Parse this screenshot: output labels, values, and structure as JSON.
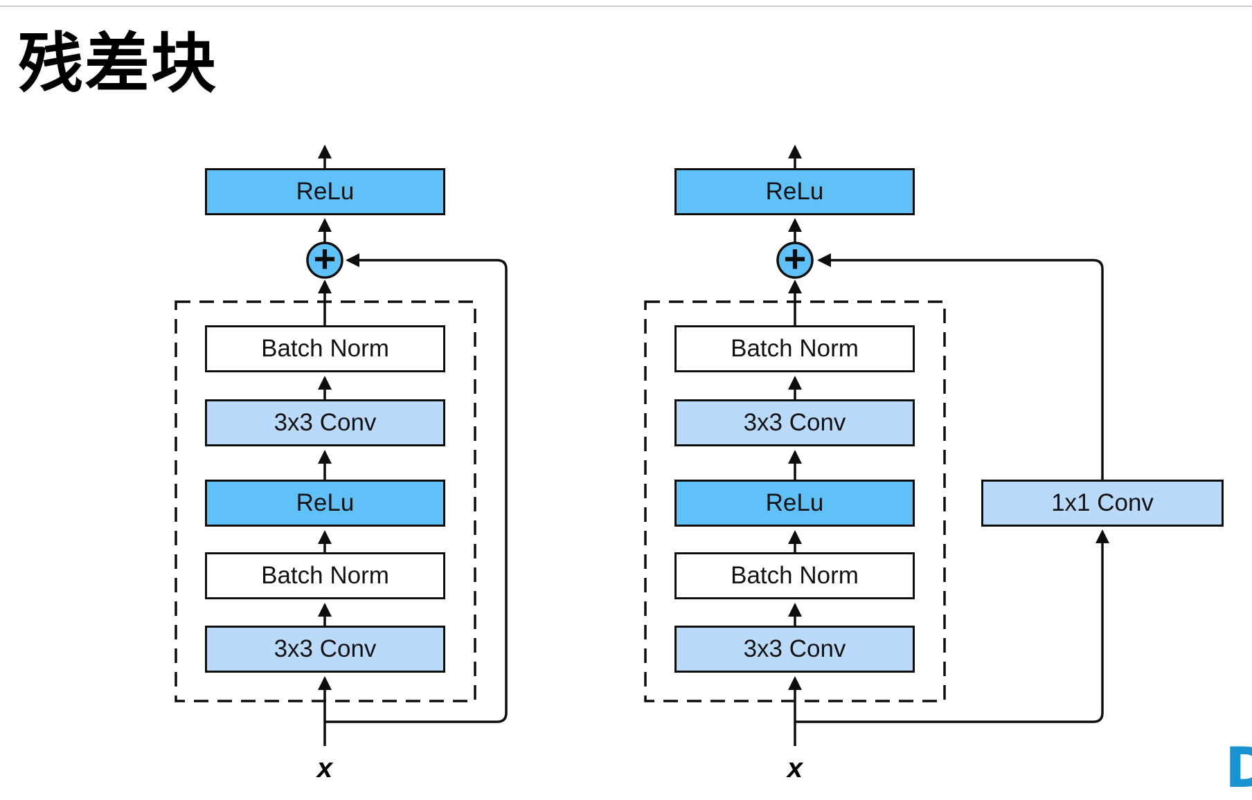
{
  "page": {
    "title": "残差块"
  },
  "colors": {
    "box_blue_strong": "#5fc1f8",
    "box_blue_light": "#b9dafa",
    "box_white": "#ffffff",
    "line_black": "#0d0d0d",
    "logo_blue": "#1793d3"
  },
  "left_diagram": {
    "output_box": "ReLu",
    "add_symbol": "+",
    "layers": [
      "Batch Norm",
      "3x3 Conv",
      "ReLu",
      "Batch Norm",
      "3x3 Conv"
    ],
    "input_label": "x"
  },
  "right_diagram": {
    "output_box": "ReLu",
    "add_symbol": "+",
    "layers": [
      "Batch Norm",
      "3x3 Conv",
      "ReLu",
      "Batch Norm",
      "3x3 Conv"
    ],
    "shortcut_box": "1x1 Conv",
    "input_label": "x"
  },
  "logo": {
    "letter": "D"
  }
}
